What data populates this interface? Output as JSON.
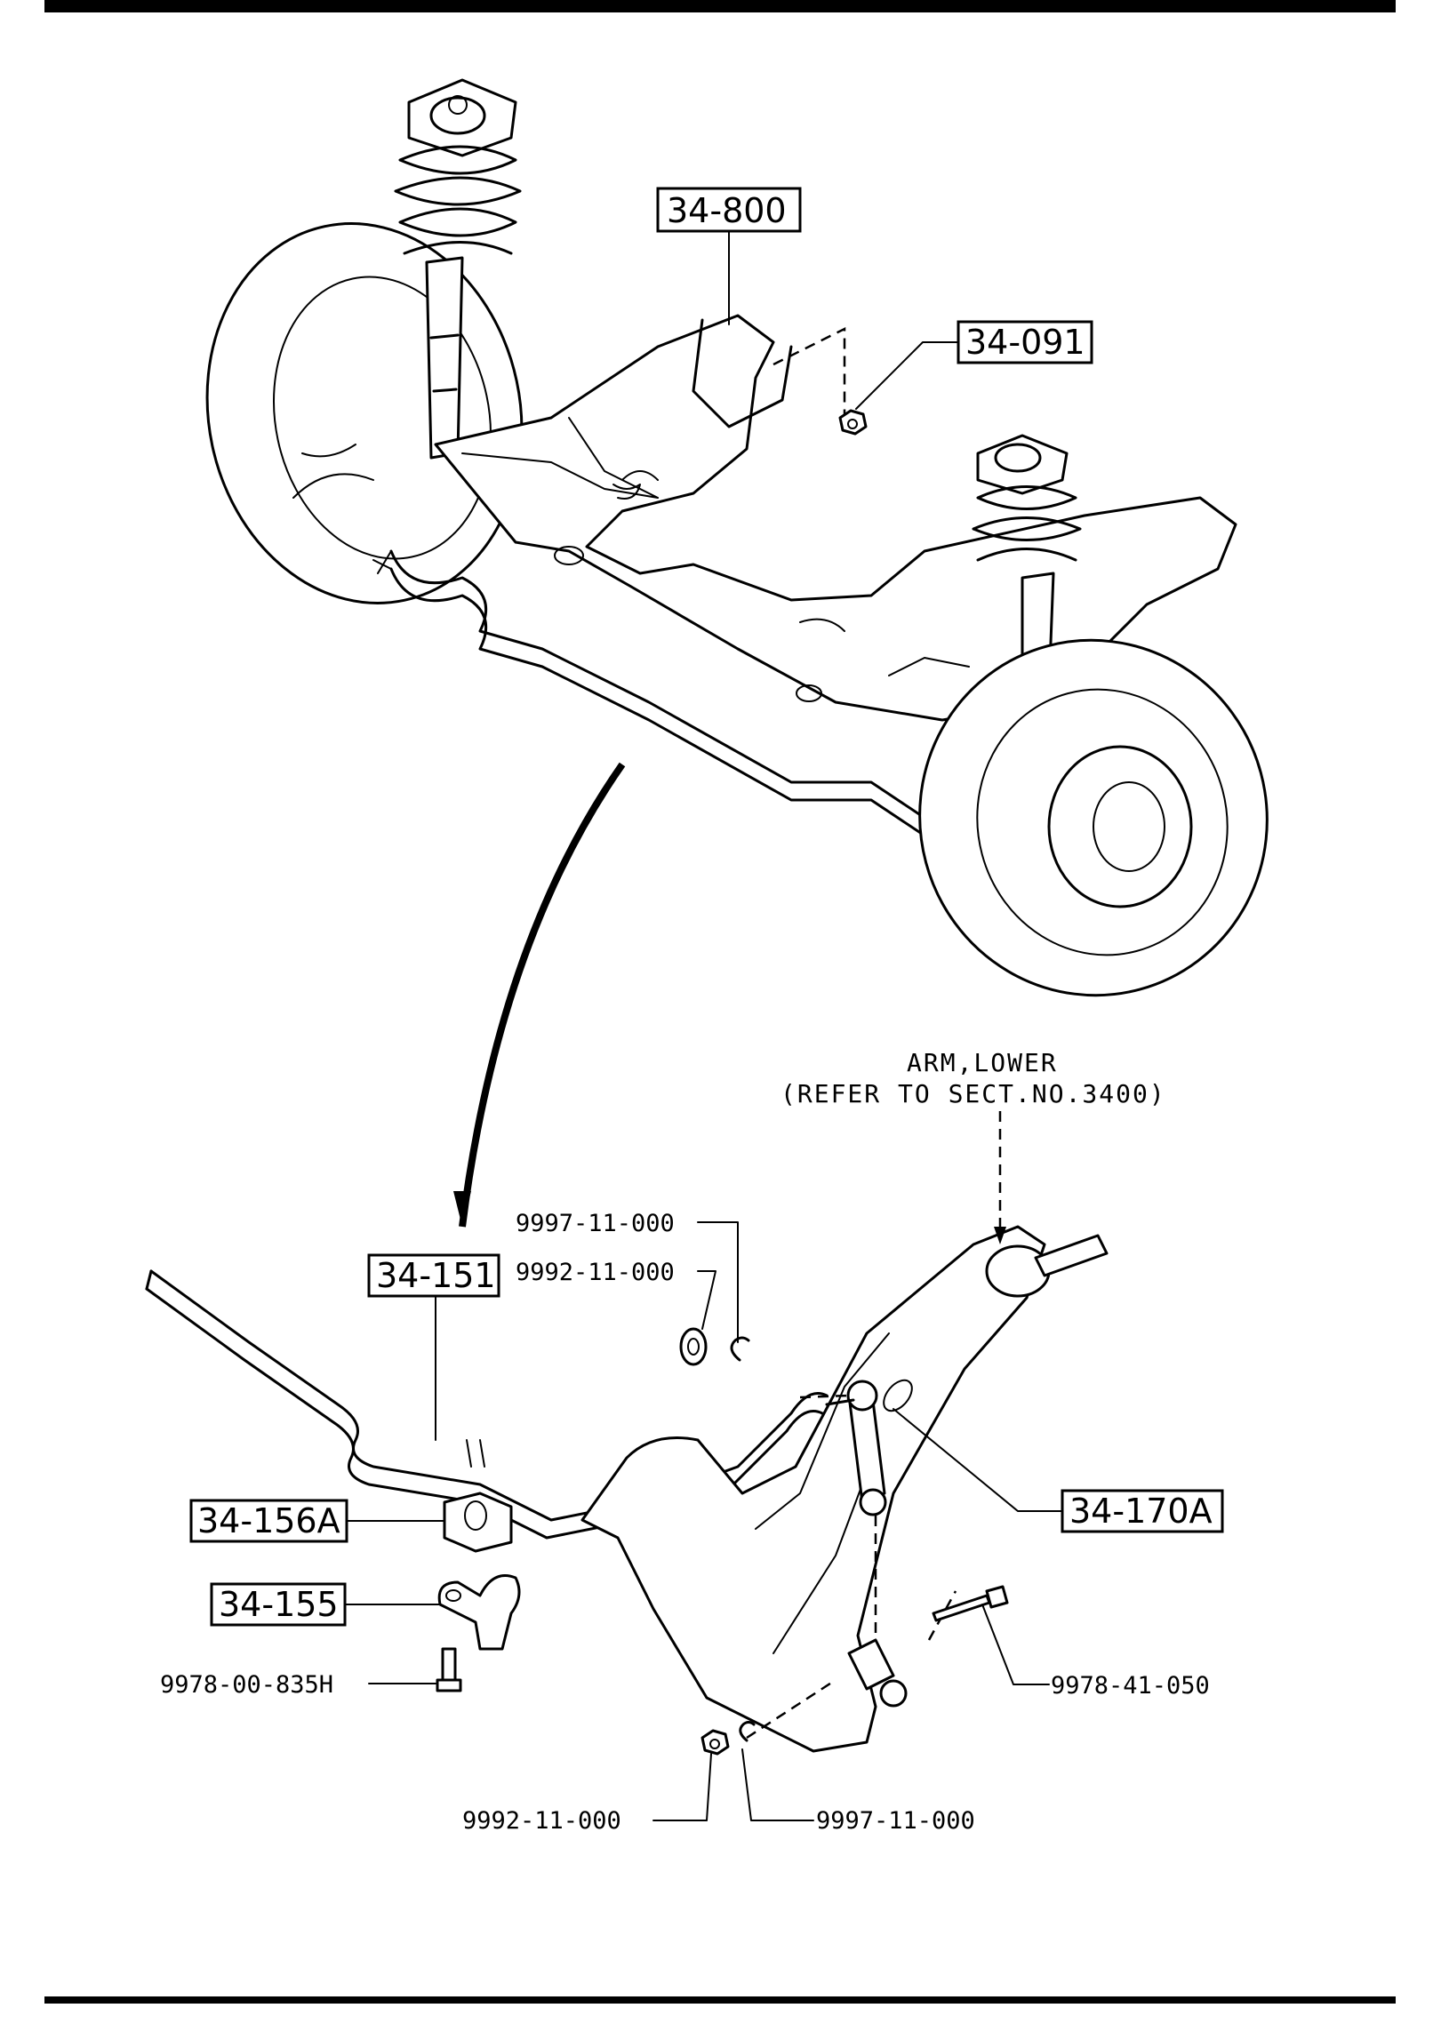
{
  "callouts": {
    "crossmember": "34-800",
    "crossmember_nut": "34-091",
    "stabilizer_bar": "34-151",
    "stabilizer_bushing": "34-156A",
    "bushing_bracket": "34-155",
    "stabilizer_link": "34-170A"
  },
  "fasteners": {
    "washer_upper": "9997-11-000",
    "nut_upper": "9992-11-000",
    "bracket_bolt": "9978-00-835H",
    "arm_bolt": "9978-41-050",
    "nut_lower": "9992-11-000",
    "washer_lower": "9997-11-000"
  },
  "reference_note": {
    "line1": "ARM,LOWER",
    "line2": "(REFER TO SECT.NO.3400)"
  }
}
